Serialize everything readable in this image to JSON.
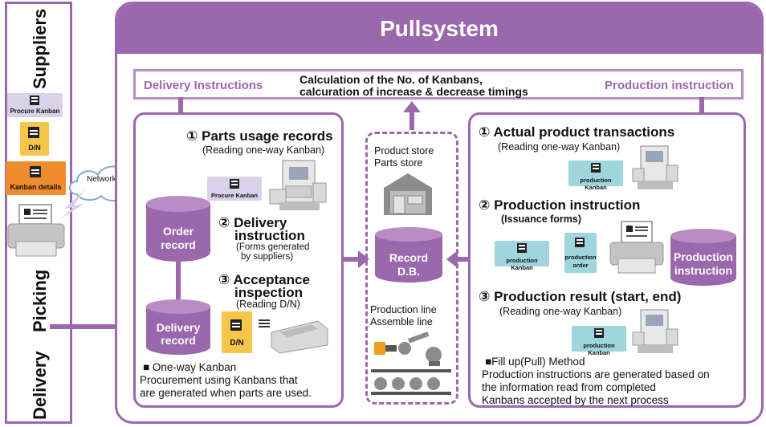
{
  "left": {
    "suppliers": "Suppliers",
    "picking": "Picking",
    "delivery": "Delivery",
    "doc_procure": "Procure Kanban",
    "doc_dn": "D/N",
    "doc_kanban_details": "Kanban details",
    "network": "Network"
  },
  "title": "Pullsystem",
  "calc_bar": {
    "left": "Delivery Instructions",
    "center_line1": "Calculation of the No. of Kanbans,",
    "center_line2": "calcuration of increase & decrease timings",
    "right": "Production instruction"
  },
  "left_panel": {
    "step1_title": "① Parts usage records",
    "step1_sub": "(Reading one-way Kanban)",
    "step1_doc": "Procure Kanban",
    "order_record": [
      "Order",
      "record"
    ],
    "step2_title": [
      "② Delivery",
      "instruction"
    ],
    "step2_sub": [
      "(Forms generated",
      "by suppliers)"
    ],
    "step3_title": [
      "③ Acceptance",
      "inspection"
    ],
    "step3_sub": "(Reading D/N)",
    "step3_doc": "D/N",
    "delivery_record": [
      "Delivery",
      "record"
    ],
    "note_title": "■ One-way Kanban",
    "note_body": [
      "Procurement using Kanbans that",
      "are generated when parts are used."
    ]
  },
  "center": {
    "store": [
      "Product store",
      "Parts store"
    ],
    "record_db": [
      "Record",
      "D.B."
    ],
    "lines": [
      "Production line",
      "Assemble line"
    ]
  },
  "right_panel": {
    "step1_title": "① Actual product transactions",
    "step1_sub": "(Reading one-way Kanban)",
    "step1_doc": "production Kanban",
    "step2_title": "② Production instruction",
    "step2_sub": "(Issuance forms)",
    "step2_doc1": "production Kanban",
    "step2_doc2": [
      "production",
      "order"
    ],
    "production_instruction": [
      "Production",
      "instruction"
    ],
    "step3_title": "③ Production result (start, end)",
    "step3_sub": "(Reading one-way Kanban)",
    "step3_doc": "production Kanban",
    "note_title": "■Fill up(Pull) Method",
    "note_body": [
      "Production instructions are generated based on",
      "the information read from completed",
      "Kanbans accepted by the next process"
    ]
  },
  "colors": {
    "purple": "#9b67ad",
    "light_purple": "#b98cc6",
    "doc_lavender": "#d9d3ea",
    "doc_yellow": "#f6c64b",
    "doc_orange": "#ef8d2e",
    "doc_teal": "#9fd6de"
  }
}
